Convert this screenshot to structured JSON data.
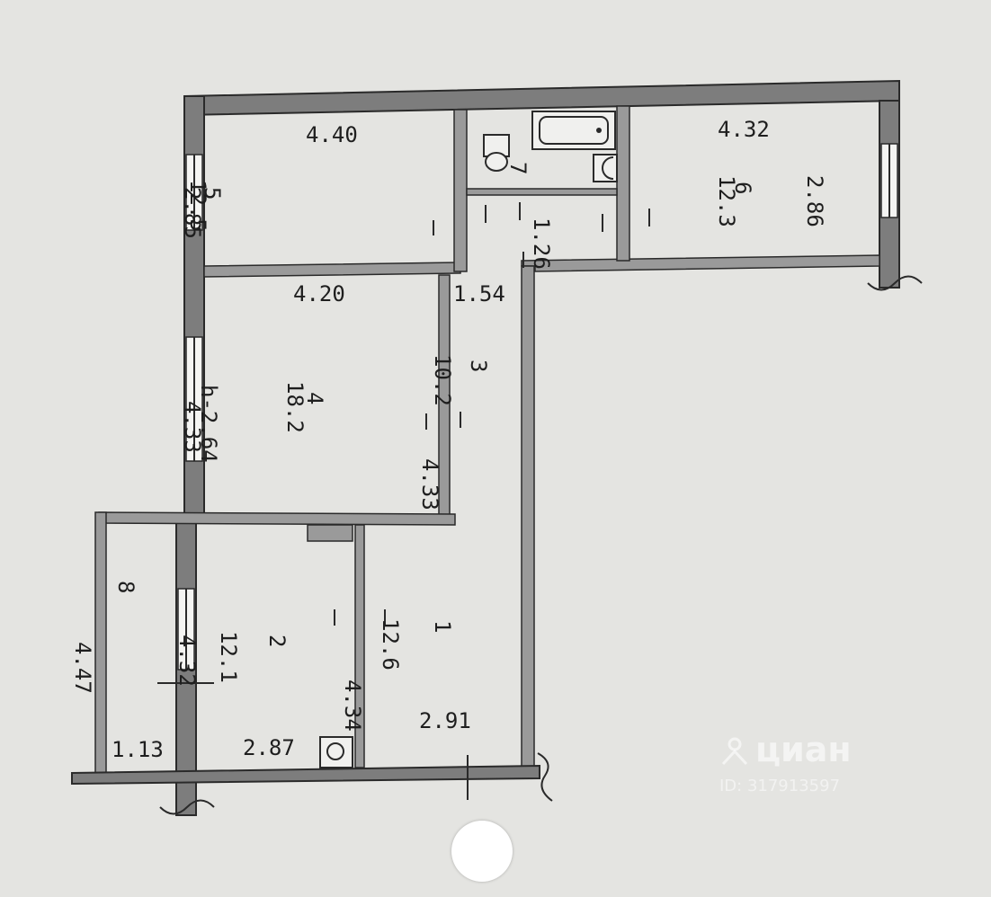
{
  "rooms": [
    {
      "id": "1",
      "area": "12.6",
      "dims": [
        "4.34",
        "2.91"
      ]
    },
    {
      "id": "2",
      "area": "12.1",
      "dims": [
        "4.32",
        "2.87"
      ]
    },
    {
      "id": "3",
      "area": "10.2",
      "dims": [
        "1.54",
        "4.33"
      ]
    },
    {
      "id": "4",
      "area": "18.2",
      "dims": [
        "4.20",
        "4.33"
      ],
      "height": "h-2.64"
    },
    {
      "id": "5",
      "area": "12.5",
      "dims": [
        "4.40",
        "2.85"
      ]
    },
    {
      "id": "6",
      "area": "12.3",
      "dims": [
        "4.32",
        "2.86"
      ]
    },
    {
      "id": "7",
      "dims": [
        "1.26"
      ]
    },
    {
      "id": "8",
      "dims": [
        "4.47",
        "1.13"
      ]
    }
  ],
  "watermark": {
    "brand": "циан",
    "id_text": "ID: 317913597"
  },
  "colors": {
    "background": "#e4e4e1",
    "wall": "#7d7d7d",
    "ink": "#1e1e1e"
  }
}
